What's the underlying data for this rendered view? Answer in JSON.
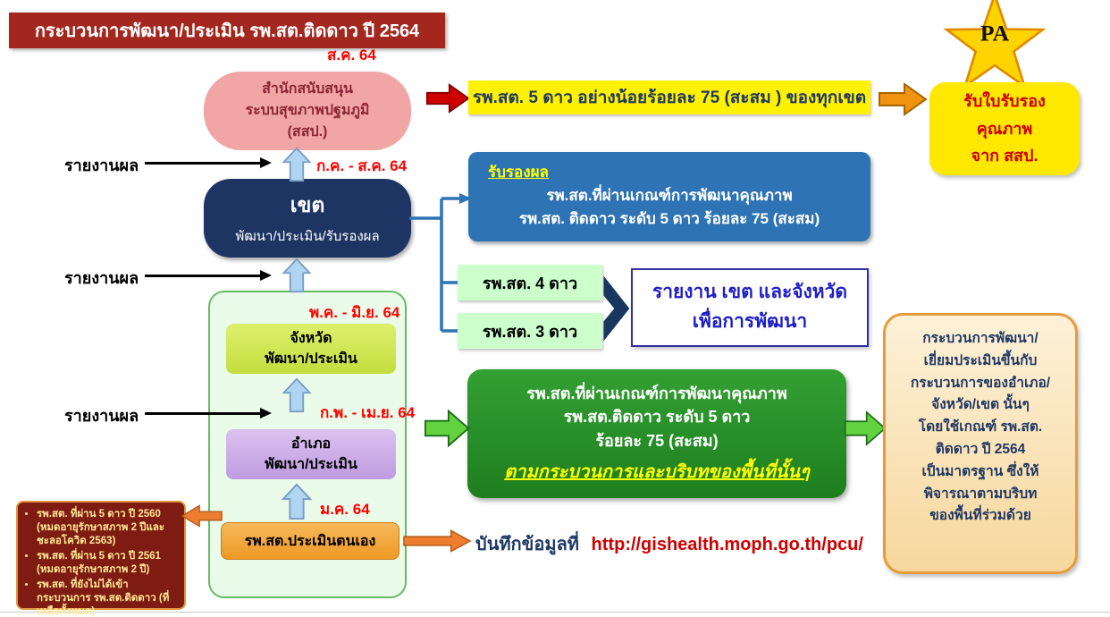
{
  "title": "กระบวนการพัฒนา/ประเมิน รพ.สต.ติดดาว ปี 2564",
  "pa": {
    "star_label": "PA",
    "certificate": "รับใบรับรอง\nคุณภาพ\nจาก สสป."
  },
  "flow": {
    "report_label": "รายงานผล",
    "ssp": {
      "label": "สำนักสนับสนุน\nระบบสุขภาพปฐมภูมิ\n(สสป.)",
      "date": "ส.ค. 64"
    },
    "khet": {
      "title": "เขต",
      "subtitle": "พัฒนา/ประเมิน/รับรองผล",
      "date": "ก.ค. - ส.ค. 64"
    },
    "province": {
      "label": "จังหวัด\nพัฒนา/ประเมิน",
      "date": "พ.ค. - มิ.ย. 64"
    },
    "district": {
      "label": "อำเภอ\nพัฒนา/ประเมิน",
      "date": "ก.พ. - เม.ย. 64"
    },
    "self_assess": {
      "label": "รพ.สต.ประเมินตนเอง",
      "date": "ม.ค. 64"
    }
  },
  "results": {
    "target_banner": "รพ.สต. 5 ดาว อย่างน้อยร้อยละ 75 (สะสม ) ของทุกเขต",
    "certify": {
      "heading": "รับรองผล",
      "body": "รพ.สต.ที่ผ่านเกณฑ์การพัฒนาคุณภาพ\nรพ.สต. ติดดาว ระดับ 5 ดาว ร้อยละ 75 (สะสม)"
    },
    "star4": "รพ.สต. 4 ดาว",
    "star3": "รพ.สต. 3 ดาว",
    "report_box": "รายงาน เขต และจังหวัด\nเพื่อการพัฒนา",
    "passed": {
      "body": "รพ.สต.ที่ผ่านเกณฑ์การพัฒนาคุณภาพ\nรพ.สต.ติดดาว ระดับ 5 ดาว\nร้อยละ 75 (สะสม)",
      "emphasis": "ตามกระบวนการและบริบทของพื้นที่นั้นๆ"
    }
  },
  "notes": {
    "targets_2564": [
      "รพ.สต. ที่ผ่าน 5 ดาว ปี 2560 (หมดอายุรักษาสภาพ 2 ปีและ ชะลอโควิด 2563)",
      "รพ.สต. ที่ผ่าน 5 ดาว ปี 2561 (หมดอายุรักษาสภาพ 2 ปี)",
      "รพ.สต. ที่ยังไม่ได้เข้า กระบวนการ รพ.สต.ติดดาว (ที่เหลือทั้งหมด)"
    ],
    "process_note": "กระบวนการพัฒนา/\nเยี่ยมประเมินขึ้นกับ\nกระบวนการของอำเภอ/\nจังหวัด/เขต นั้นๆ\nโดยใช้เกณฑ์ รพ.สต.\nติดดาว ปี 2564\nเป็นมาตรฐาน ซึ่งให้\nพิจารณาตามบริบท\nของพื้นที่ร่วมด้วย",
    "record": {
      "label": "บันทึกข้อมูลที่",
      "url": "http://gishealth.moph.go.th/pcu/"
    }
  },
  "colors": {
    "accent_red": "#A3271F",
    "navy": "#1E3563",
    "blue": "#2E74B5",
    "green": "#1E7E1E",
    "yellow": "#FFF100",
    "orange": "#ED7D31"
  }
}
